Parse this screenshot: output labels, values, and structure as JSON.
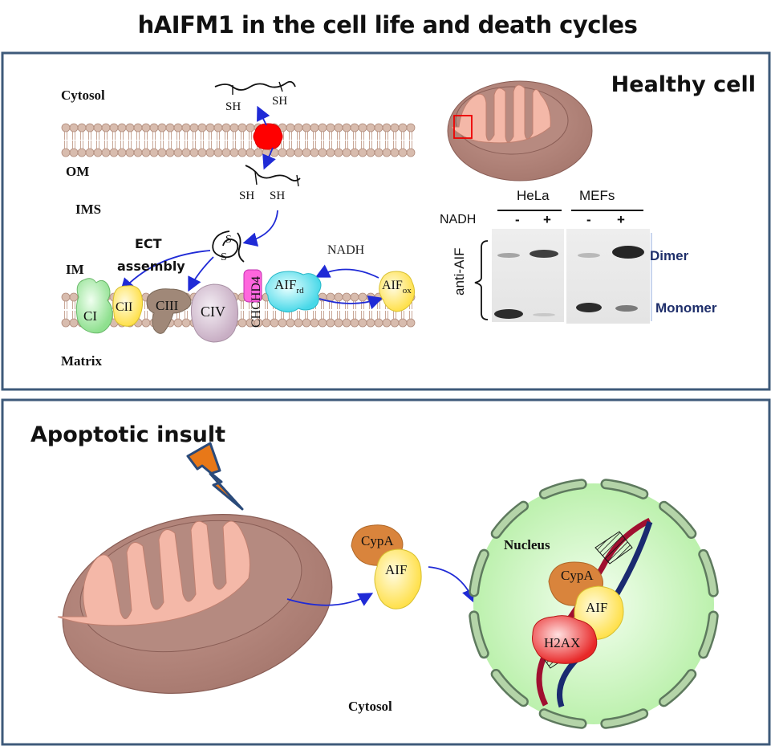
{
  "title": "hAIFM1 in the cell life and death cycles",
  "top_panel": {
    "heading": "Healthy cell",
    "compartments": {
      "cytosol": "Cytosol",
      "om": "OM",
      "ims": "IMS",
      "im": "IM",
      "matrix": "Matrix"
    },
    "thiols": {
      "sh1": "SH",
      "sh2": "SH",
      "sh3": "SH",
      "sh4": "SH",
      "s1": "S",
      "s2": "S"
    },
    "ect_line1": "ECT",
    "ect_line2": "assembly",
    "nadh": "NADH",
    "complexes": {
      "ci": "CI",
      "cii": "CII",
      "ciii": "CIII",
      "civ": "CIV"
    },
    "chchd4": "CHCHD4",
    "aif_rd": {
      "main": "AIF",
      "sub": "rd"
    },
    "aif_ox": {
      "main": "AIF",
      "sub": "ox"
    },
    "blot": {
      "col_hela": "HeLa",
      "col_mefs": "MEFs",
      "row_label": "NADH",
      "lanes": [
        "-",
        "+",
        "-",
        "+"
      ],
      "antibody": "anti-AIF",
      "dimer": "Dimer",
      "monomer": "Monomer"
    }
  },
  "bottom_panel": {
    "heading": "Apoptotic insult",
    "cypa": "CypA",
    "aif": "AIF",
    "nucleus": "Nucleus",
    "cypa2": "CypA",
    "aif2": "AIF",
    "h2ax": "H2AX",
    "cytosol": "Cytosol"
  },
  "colors": {
    "panel_border": "#3e5a7a",
    "arrow": "#1f2ad6",
    "membrane": "#c9a898",
    "mito_outer": "#b88a80",
    "mito_inner": "#f2b6a4",
    "pore_red": "#ff0000",
    "cypa": "#d9843c",
    "aif_yellow": "#ffe85c",
    "nucleus_green": "#c8f5b8",
    "label_navy": "#1f2f6b"
  }
}
